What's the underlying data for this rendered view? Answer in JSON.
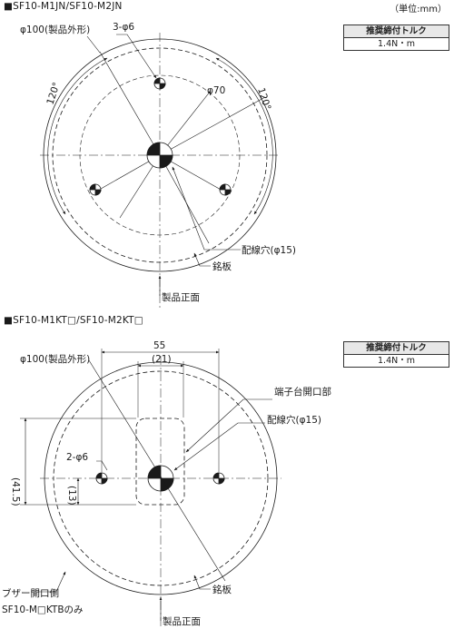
{
  "unit_label": "（単位:mm）",
  "section1": {
    "title": "SF10-M1JN/SF10-M2JN",
    "torque_header": "推奨締付トルク",
    "torque_value": "1.4N・m",
    "dim_outer": "φ100(製品外形)",
    "dim_holes": "3-φ6",
    "dim_pcd": "φ70",
    "angle_left": "120°",
    "angle_right": "120°",
    "label_wire_hole": "配線穴(φ15)",
    "label_nameplate": "銘板",
    "label_front": "製品正面"
  },
  "section2": {
    "title": "SF10-M1KT□/SF10-M2KT□",
    "torque_header": "推奨締付トルク",
    "torque_value": "1.4N・m",
    "dim_outer": "φ100(製品外形)",
    "dim_55": "55",
    "dim_21": "(21)",
    "dim_415": "(41.5)",
    "dim_13": "(13)",
    "dim_holes": "2-φ6",
    "label_terminal": "端子台開口部",
    "label_wire_hole": "配線穴(φ15)",
    "label_nameplate": "銘板",
    "label_front": "製品正面",
    "label_buzzer_1": "ブザー開口側",
    "label_buzzer_2": "SF10-M□KTBのみ"
  }
}
